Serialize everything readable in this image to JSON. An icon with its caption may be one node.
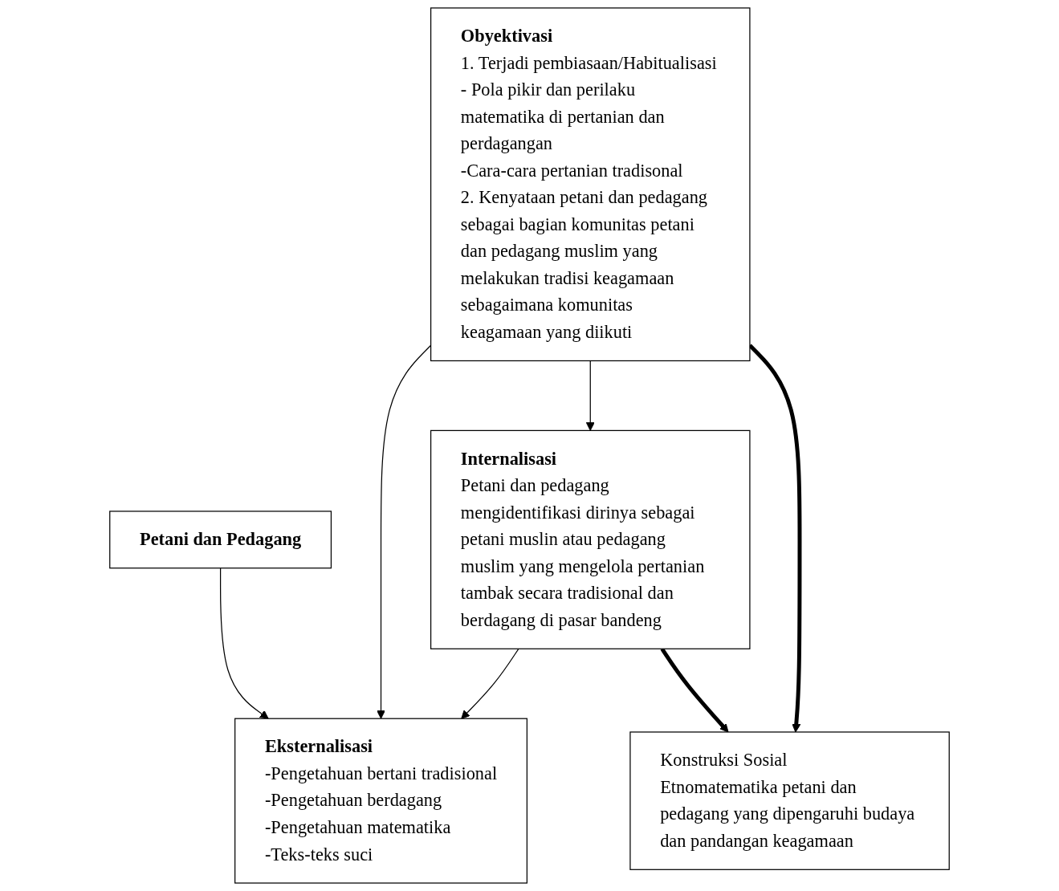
{
  "diagram": {
    "nodes": [
      {
        "text": [
          "Petani dan Pedagang"
        ]
      },
      {
        "text": [
          "Eksternalisasi",
          "-Pengetahuan bertani tradisional",
          "-Pengetahuan berdagang",
          "-Pengetahuan matematika",
          "-Teks-teks suci"
        ]
      },
      {
        "text": [
          "Internalisasi",
          "Petani dan pedagang mengidentifikasi dirinya sebagai petani muslin atau pedagang muslim yang mengelola pertanian tambak secara tradisional dan berdagang di pasar bandeng"
        ]
      },
      {
        "text": [
          "Obyektivasi",
          "1. Terjadi pembiasaan/Habitualisasi",
          "- Pola pikir dan perilaku matematika di pertanian dan perdagangan",
          "-Cara-cara pertanian tradisonal",
          "2. Kenyataan petani dan pedagang sebagai bagian komunitas petani dan pedagang muslim yang melakukan tradisi keagamaan sebagaimana komunitas keagamaan yang diikuti"
        ]
      },
      {
        "text": [
          "Konstruksi Sosial",
          "Etnomatematika petani dan pedagang yang dipengaruhi budaya dan pandangan keagamaan"
        ]
      }
    ],
    "edges": [
      {
        "from": 0,
        "to": 1,
        "arrow": "to"
      },
      {
        "from": 2,
        "to": 1,
        "arrow": "to"
      },
      {
        "from": 3,
        "to": 1,
        "arrow": "to"
      },
      {
        "from": 3,
        "to": 2,
        "arrow": "to"
      },
      {
        "from": 2,
        "to": 4,
        "arrow": "to",
        "style": "thick"
      },
      {
        "from": 3,
        "to": 4,
        "arrow": "to",
        "style": "thick"
      }
    ]
  }
}
